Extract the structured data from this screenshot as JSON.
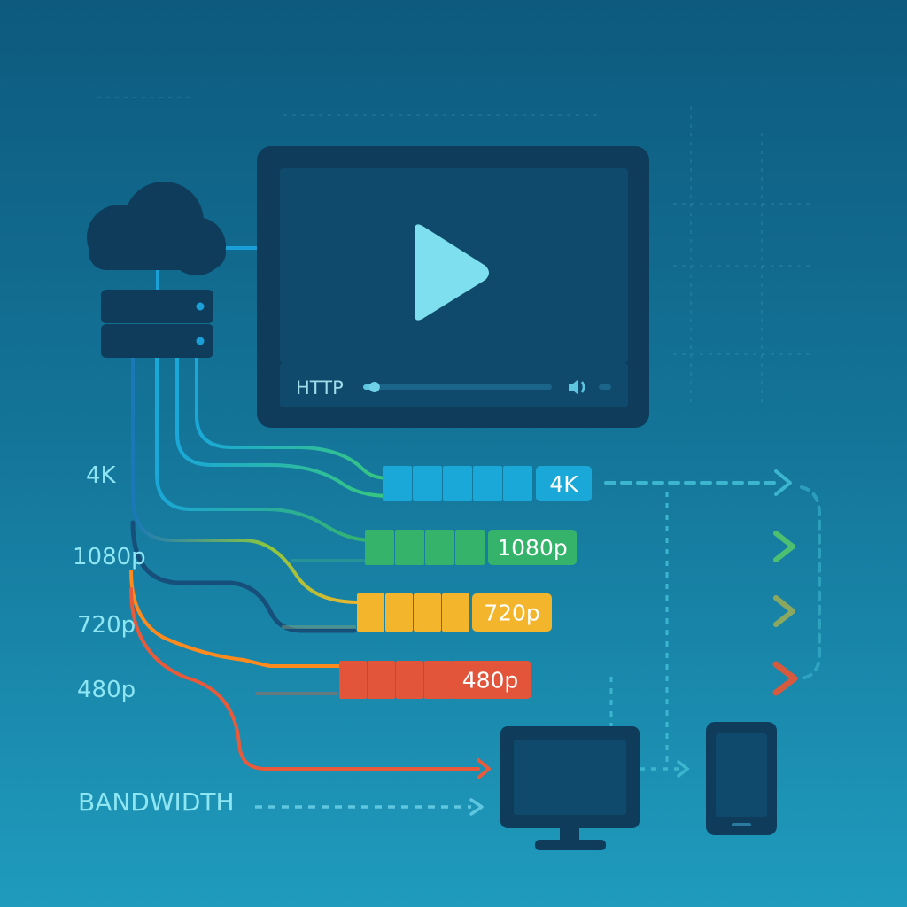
{
  "player": {
    "protocol_label": "HTTP",
    "progress": 0.06
  },
  "quality_levels": [
    {
      "label": "4K",
      "color": "#1aa8d8",
      "badge_text_color": "#ffffff"
    },
    {
      "label": "1080p",
      "color": "#36b36a",
      "badge_text_color": "#ffffff"
    },
    {
      "label": "720p",
      "color": "#f3b52c",
      "badge_text_color": "#ffffff"
    },
    {
      "label": "480p",
      "color": "#e2553a",
      "badge_text_color": "#ffffff"
    }
  ],
  "side_labels": [
    "4K",
    "1080p",
    "720p",
    "480p"
  ],
  "bandwidth_label": "BANDWIDTH",
  "colors": {
    "device_fill": "#0e3c5a",
    "screen_fill": "#0f4a6c",
    "play_icon": "#7ee0ee",
    "label_text": "#8fe6f3"
  },
  "icons": [
    "cloud-icon",
    "server-icon",
    "play-icon",
    "volume-icon",
    "desktop-monitor-icon",
    "smartphone-icon"
  ]
}
